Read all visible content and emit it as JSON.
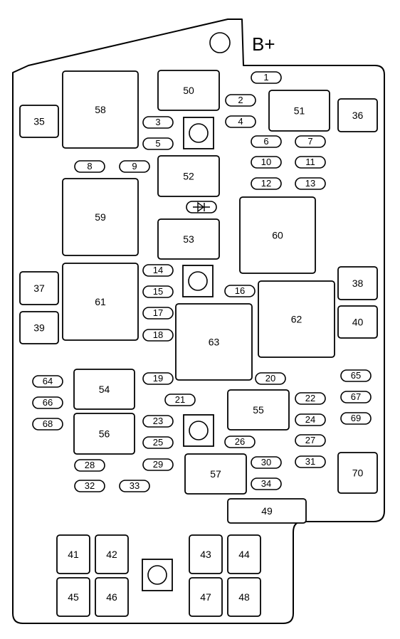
{
  "title": "B+",
  "large_relays": [
    "58",
    "59",
    "61",
    "60",
    "62",
    "63"
  ],
  "relays": [
    "50",
    "51",
    "52",
    "53",
    "54",
    "55",
    "56",
    "57"
  ],
  "maxi_fuses": [
    "35",
    "36",
    "37",
    "38",
    "39",
    "40",
    "41",
    "42",
    "43",
    "44",
    "45",
    "46",
    "47",
    "48",
    "70"
  ],
  "bar_fuse": "49",
  "mini_fuses": [
    "1",
    "2",
    "3",
    "4",
    "5",
    "6",
    "7",
    "8",
    "9",
    "10",
    "11",
    "12",
    "13",
    "14",
    "15",
    "16",
    "17",
    "18",
    "19",
    "20",
    "21",
    "22",
    "23",
    "24",
    "25",
    "26",
    "27",
    "28",
    "29",
    "30",
    "31",
    "32",
    "33",
    "34",
    "64",
    "65",
    "66",
    "67",
    "68",
    "69"
  ],
  "diode_symbol": "diode"
}
